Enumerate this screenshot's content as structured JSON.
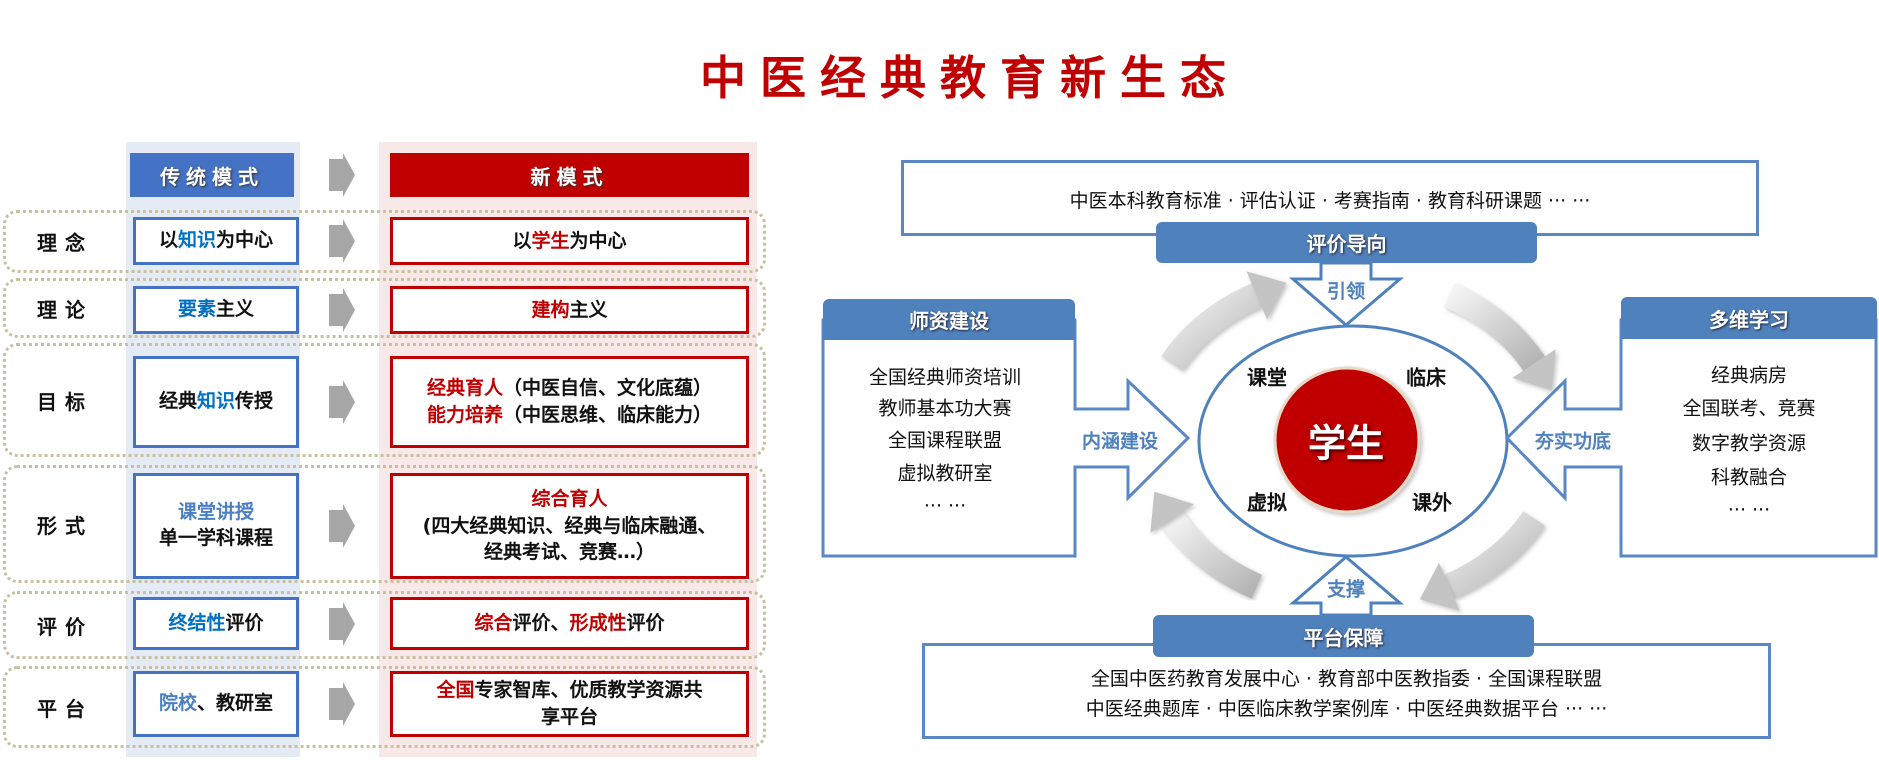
{
  "title": "中医经典教育新生态",
  "table": {
    "header_traditional": "传统模式",
    "header_new": "新模式",
    "rows": [
      {
        "label": "理念",
        "old": [
          {
            "t": "以",
            "c": ""
          },
          {
            "t": "知识",
            "c": "blue"
          },
          {
            "t": "为中心",
            "c": ""
          }
        ],
        "new": [
          [
            {
              "t": "以",
              "c": ""
            },
            {
              "t": "学生",
              "c": "red"
            },
            {
              "t": "为中心",
              "c": ""
            }
          ]
        ]
      },
      {
        "label": "理论",
        "old": [
          {
            "t": "要素",
            "c": "blue"
          },
          {
            "t": "主义",
            "c": ""
          }
        ],
        "new": [
          [
            {
              "t": "建构",
              "c": "red"
            },
            {
              "t": "主义",
              "c": ""
            }
          ]
        ]
      },
      {
        "label": "目标",
        "old": [
          {
            "t": "经典",
            "c": ""
          },
          {
            "t": "知识",
            "c": "blue"
          },
          {
            "t": "传授",
            "c": ""
          }
        ],
        "new": [
          [
            {
              "t": "经典育人",
              "c": "red"
            },
            {
              "t": "（中医自信、文化底蕴）",
              "c": ""
            }
          ],
          [
            {
              "t": "能力培养",
              "c": "red"
            },
            {
              "t": "（中医思维、临床能力）",
              "c": ""
            }
          ]
        ]
      },
      {
        "label": "形式",
        "old_lines": [
          [
            {
              "t": "课堂讲授",
              "c": "lblue"
            }
          ],
          [
            {
              "t": "单一学科课程",
              "c": ""
            }
          ]
        ],
        "new": [
          [
            {
              "t": "综合育人",
              "c": "red"
            }
          ],
          [
            {
              "t": "(四大经典知识、经典与临床融通、",
              "c": ""
            }
          ],
          [
            {
              "t": "经典考试、竞赛…）",
              "c": ""
            }
          ]
        ]
      },
      {
        "label": "评价",
        "old": [
          {
            "t": "终结性",
            "c": "blue"
          },
          {
            "t": "评价",
            "c": ""
          }
        ],
        "new": [
          [
            {
              "t": "综合",
              "c": "red"
            },
            {
              "t": "评价、",
              "c": ""
            },
            {
              "t": "形成性",
              "c": "red"
            },
            {
              "t": "评价",
              "c": ""
            }
          ]
        ]
      },
      {
        "label": "平台",
        "old": [
          {
            "t": "院校",
            "c": "lblue"
          },
          {
            "t": "、教研室",
            "c": ""
          }
        ],
        "new": [
          [
            {
              "t": "全国",
              "c": "red"
            },
            {
              "t": "专家智库、优质教学资源共",
              "c": ""
            }
          ],
          [
            {
              "t": "享平台",
              "c": ""
            }
          ]
        ]
      }
    ]
  },
  "diagram": {
    "top_box": "中医本科教育标准 · 评估认证 · 考赛指南 · 教育科研课题 ··· ···",
    "top_header": "评价导向",
    "top_arrow": "引领",
    "left_header": "师资建设",
    "left_items": [
      "全国经典师资培训",
      "教师基本功大赛",
      "全国课程联盟",
      "虚拟教研室",
      "··· ···"
    ],
    "left_arrow": "内涵建设",
    "right_header": "多维学习",
    "right_items": [
      "经典病房",
      "全国联考、竞赛",
      "数字教学资源",
      "科教融合",
      "··· ···"
    ],
    "right_arrow": "夯实功底",
    "center": "学生",
    "quadrants": {
      "top_left": "课堂",
      "top_right": "临床",
      "bottom_left": "虚拟",
      "bottom_right": "课外"
    },
    "bottom_arrow": "支撑",
    "bottom_header": "平台保障",
    "bottom_lines": [
      "全国中医药教育发展中心 · 教育部中医教指委 · 全国课程联盟",
      "中医经典题库 · 中医临床教学案例库 · 中医经典数据平台 ··· ···"
    ]
  },
  "colors": {
    "red": "#c00000",
    "blue_header": "#4472c4",
    "diagram_blue": "#4f81bd",
    "text_blue": "#0070c0"
  }
}
